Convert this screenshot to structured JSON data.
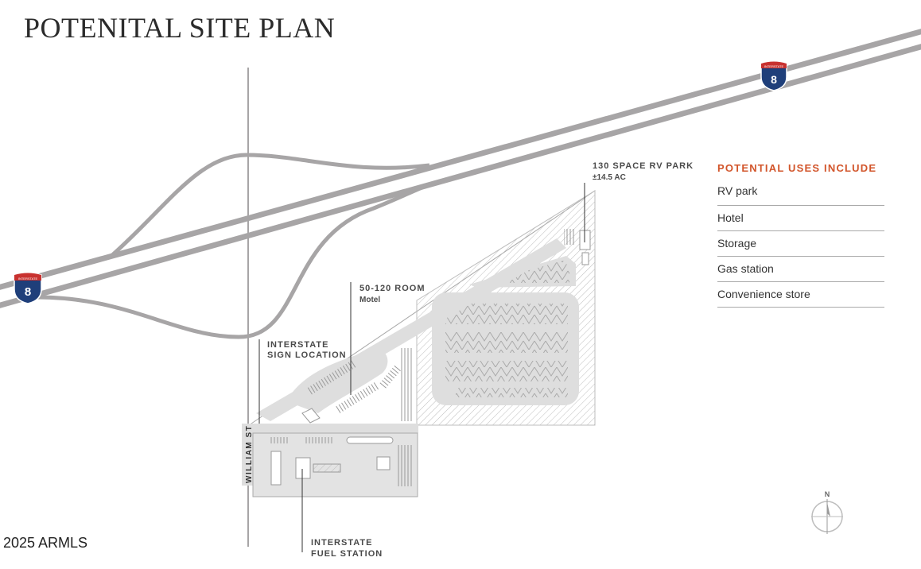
{
  "title": "POTENITAL SITE PLAN",
  "labels": {
    "rv_park": "130 SPACE RV PARK",
    "rv_park_area": "±14.5 AC",
    "motel_rooms": "50-120 ROOM",
    "motel": "Motel",
    "sign_line1": "INTERSTATE",
    "sign_line2": "SIGN LOCATION",
    "fuel_line1": "INTERSTATE",
    "fuel_line2": "FUEL STATION",
    "street": "WILLIAM ST"
  },
  "shields": {
    "number": "8",
    "banner": "INTERSTATE"
  },
  "compass": {
    "north": "N"
  },
  "uses": {
    "heading": "POTENTIAL USES INCLUDE",
    "items": [
      "RV park",
      "Hotel",
      "Storage",
      "Gas station",
      "Convenience store"
    ]
  },
  "copyright": "2025 ARMLS",
  "colors": {
    "road": "#a7a5a6",
    "site": "#e3e3e3",
    "accent": "#d2552b",
    "shield_blue": "#1f3f7a",
    "shield_red": "#c8312f"
  }
}
